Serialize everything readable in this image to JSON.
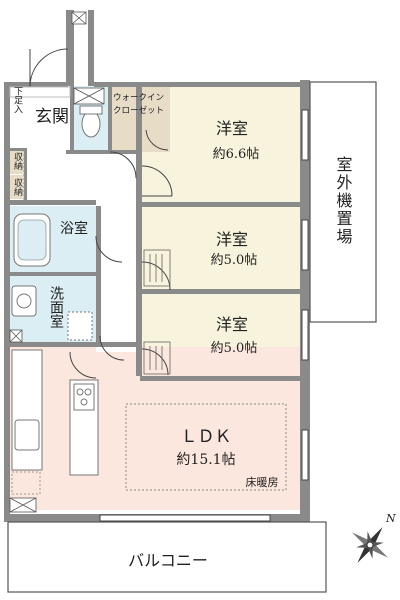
{
  "rooms": {
    "entrance": "玄関",
    "shoe_storage": "下足入",
    "storage_1": "収納",
    "storage_2": "収納",
    "walkin_closet": "ウォークインクローゼット",
    "bath": "浴室",
    "washroom": "洗面室",
    "western_1": {
      "name": "洋室",
      "size": "約6.6帖"
    },
    "western_2": {
      "name": "洋室",
      "size": "約5.0帖"
    },
    "western_3": {
      "name": "洋室",
      "size": "約5.0帖"
    },
    "ldk": {
      "name": "ＬＤＫ",
      "size": "約15.1帖",
      "note": "床暖房"
    },
    "outdoor_unit": "室外機置場",
    "balcony": "バルコニー"
  },
  "compass": {
    "north_label": "N"
  },
  "colors": {
    "wall": "#8a8a8a",
    "room_bg": "#f7f3dc",
    "ldk_bg": "#fbe7de",
    "bath_bg": "#dbeef4",
    "closet_bg": "#e7dcc6"
  }
}
